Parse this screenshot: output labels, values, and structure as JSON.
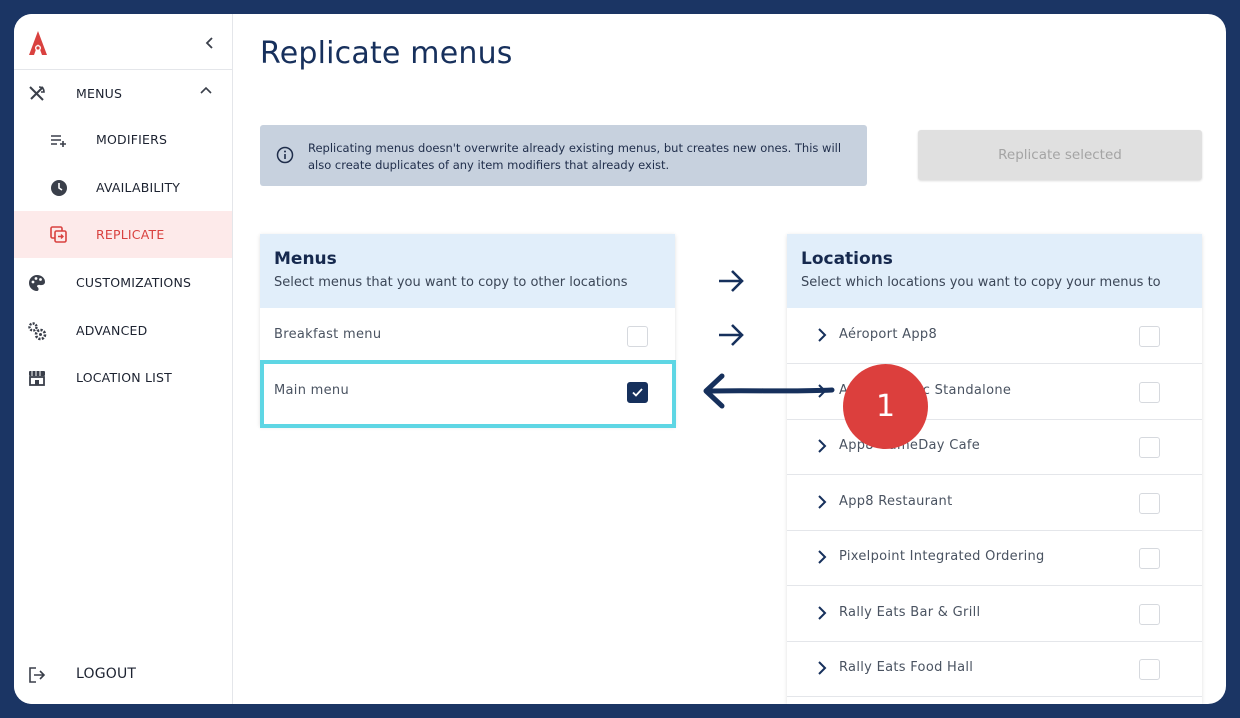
{
  "sidebar": {
    "items": [
      {
        "label": "MENUS",
        "icon": "utensils-icon"
      },
      {
        "label": "MODIFIERS",
        "icon": "list-add-icon"
      },
      {
        "label": "AVAILABILITY",
        "icon": "clock-icon"
      },
      {
        "label": "REPLICATE",
        "icon": "copy-icon",
        "active": true
      },
      {
        "label": "CUSTOMIZATIONS",
        "icon": "palette-icon"
      },
      {
        "label": "ADVANCED",
        "icon": "gears-icon"
      },
      {
        "label": "LOCATION LIST",
        "icon": "store-icon"
      }
    ],
    "logout": {
      "label": "LOGOUT",
      "icon": "logout-icon"
    }
  },
  "page": {
    "title": "Replicate menus"
  },
  "info": {
    "text": "Replicating menus doesn't overwrite already existing menus, but creates new ones. This will also create duplicates of any item modifiers that already exist."
  },
  "actions": {
    "replicate_label": "Replicate selected"
  },
  "menus_panel": {
    "title": "Menus",
    "subtitle": "Select menus that you want to copy to other locations",
    "items": [
      {
        "label": "Breakfast menu",
        "checked": false
      },
      {
        "label": "Main menu",
        "checked": true
      }
    ]
  },
  "locations_panel": {
    "title": "Locations",
    "subtitle": "Select which locations you want to copy your menus to",
    "items": [
      {
        "label": "Aéroport App8",
        "checked": false
      },
      {
        "label": "App8 Athletic Standalone",
        "checked": false
      },
      {
        "label": "App8 GameDay Cafe",
        "checked": false
      },
      {
        "label": "App8 Restaurant",
        "checked": false
      },
      {
        "label": "Pixelpoint Integrated Ordering",
        "checked": false
      },
      {
        "label": "Rally Eats Bar & Grill",
        "checked": false
      },
      {
        "label": "Rally Eats Food Hall",
        "checked": false
      }
    ]
  },
  "callout": {
    "number": "1"
  },
  "colors": {
    "frame": "#1b3564",
    "accent_red": "#d9413f",
    "navy": "#16305c",
    "highlight": "#5ed6e4"
  }
}
